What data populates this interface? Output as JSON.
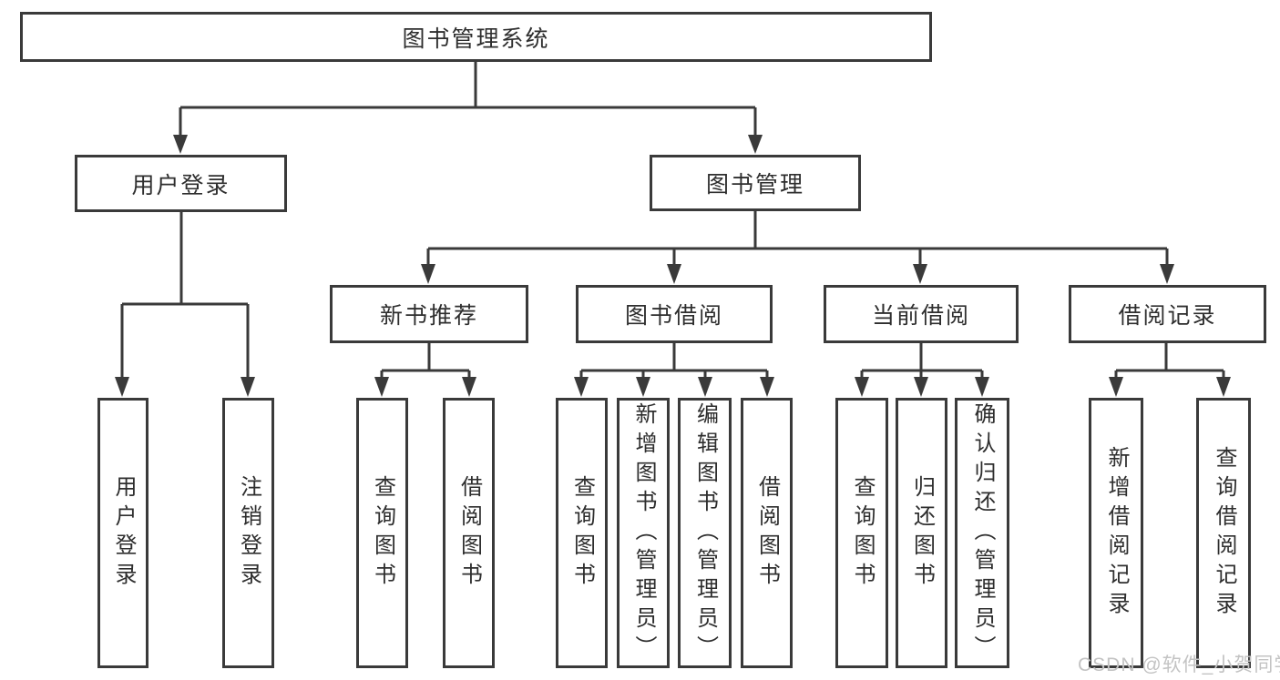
{
  "diagram": {
    "root": {
      "label": "图书管理系统"
    },
    "branches": [
      {
        "label": "用户登录",
        "leaves": [
          {
            "label": "用户登录"
          },
          {
            "label": "注销登录"
          }
        ]
      },
      {
        "label": "图书管理",
        "groups": [
          {
            "label": "新书推荐",
            "leaves": [
              {
                "label": "查询图书"
              },
              {
                "label": "借阅图书"
              }
            ]
          },
          {
            "label": "图书借阅",
            "leaves": [
              {
                "label": "查询图书"
              },
              {
                "label": "新增图书（管理员）"
              },
              {
                "label": "编辑图书（管理员）"
              },
              {
                "label": "借阅图书"
              }
            ]
          },
          {
            "label": "当前借阅",
            "leaves": [
              {
                "label": "查询图书"
              },
              {
                "label": "归还图书"
              },
              {
                "label": "确认归还（管理员）"
              }
            ]
          },
          {
            "label": "借阅记录",
            "leaves": [
              {
                "label": "新增借阅记录"
              },
              {
                "label": "查询借阅记录"
              }
            ]
          }
        ]
      }
    ],
    "watermark": "CSDN @软件_小贺同学",
    "colors": {
      "line": "#3a3a3a",
      "text": "#2e2e2e",
      "background": "#ffffff",
      "watermark": "#c3c3c3"
    }
  }
}
